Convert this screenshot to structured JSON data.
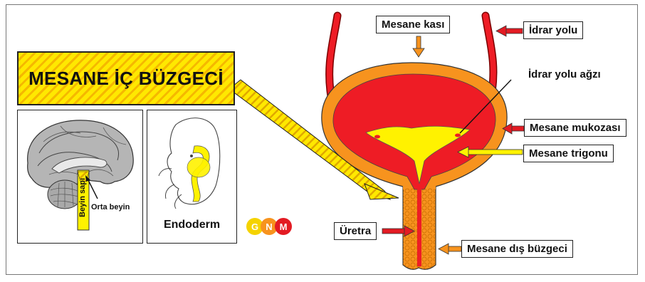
{
  "title": "MESANE İÇ BÜZGECİ",
  "labels": {
    "bladder_muscle": "Mesane kası",
    "ureter": "İdrar yolu",
    "ureter_orifice": "İdrar yolu ağzı",
    "bladder_mucosa": "Mesane mukozası",
    "trigone": "Mesane trigonu",
    "urethra": "Üretra",
    "external_sphincter": "Mesane dış büzgeci"
  },
  "brain_panel": {
    "brainstem": "Beyin sapı",
    "midbrain": "Orta beyin"
  },
  "embryo_panel": {
    "label": "Endoderm"
  },
  "logo": {
    "g": "G",
    "n": "N",
    "m": "M"
  },
  "colors": {
    "muscle_orange": "#f7931e",
    "mucosa_red": "#ee1c25",
    "trigone_yellow": "#fff200",
    "arrow_red": "#e31b23",
    "arrow_orange": "#f7931e",
    "arrow_yellow": "#fff200"
  }
}
